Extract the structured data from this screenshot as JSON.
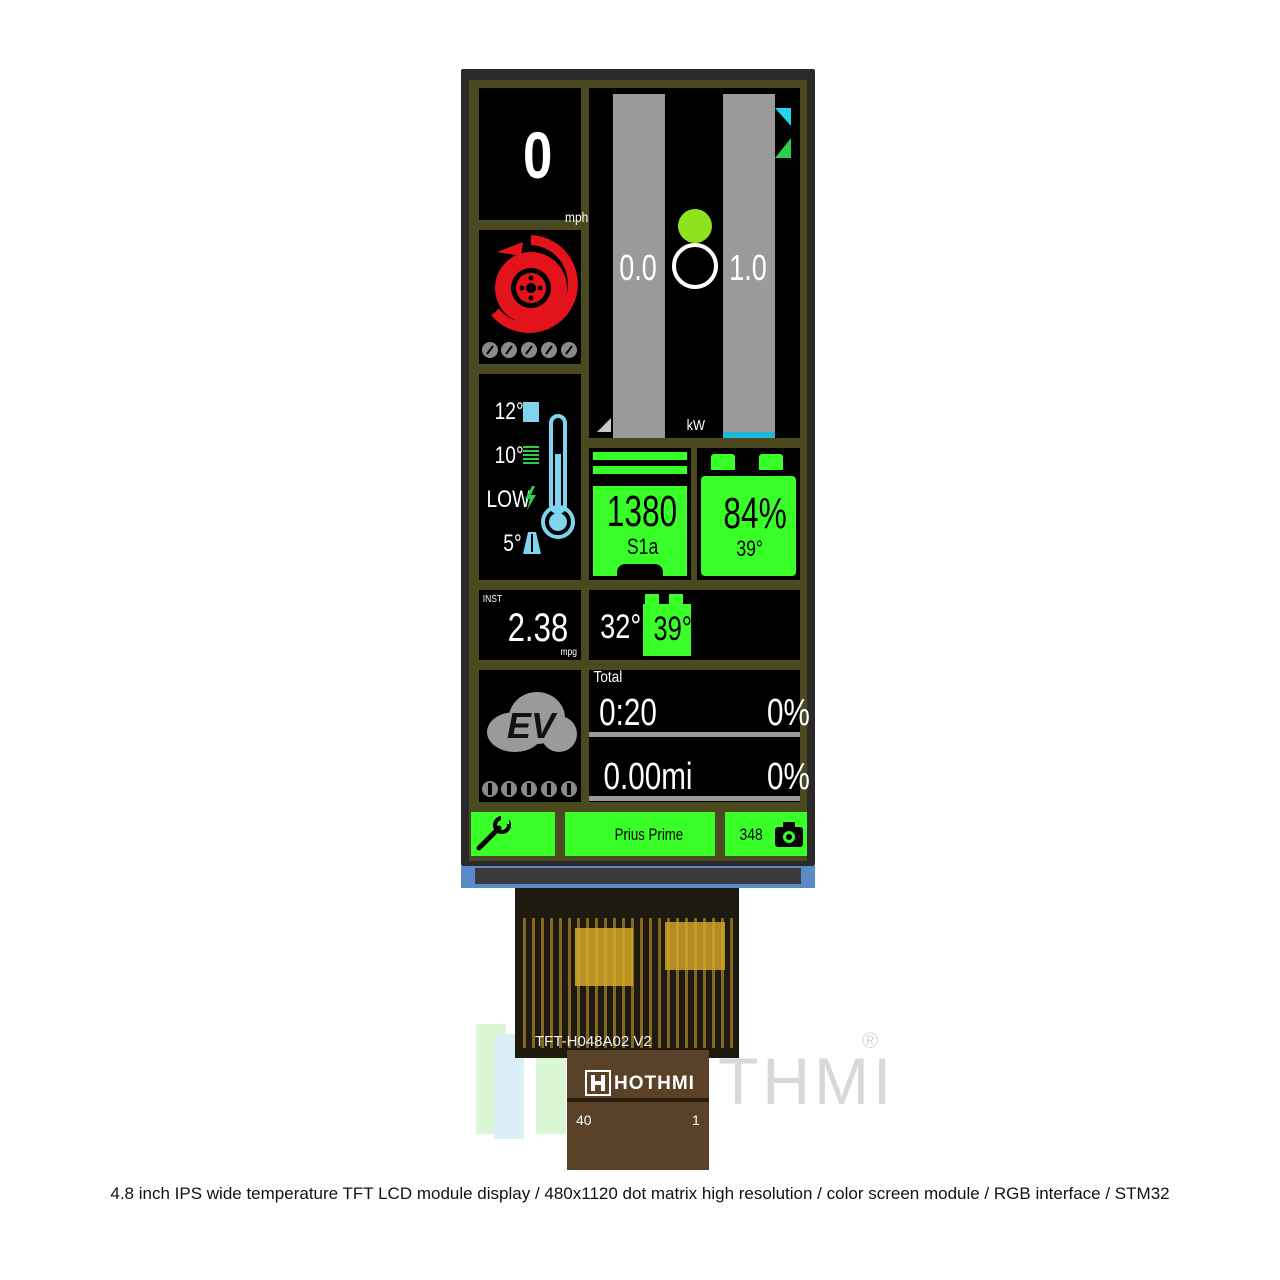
{
  "speed": {
    "value": "0",
    "unit": "mph"
  },
  "power": {
    "left_value": "0.0",
    "right_value": "1.0",
    "unit": "kW"
  },
  "temps": {
    "items": [
      "12°",
      "10°",
      "LOW",
      "5°"
    ]
  },
  "fuel": {
    "value": "1380",
    "sub": "S1a"
  },
  "battery": {
    "value": "84%",
    "sub": "39°"
  },
  "inst": {
    "label": "INST",
    "value": "2.38",
    "unit": "mpg"
  },
  "temp_row": {
    "outside": "32°",
    "battery": "39°"
  },
  "ev_badge": "EV",
  "trip": {
    "label": "Total",
    "time": "0:20",
    "time_pct": "0%",
    "distance": "0.00mi",
    "distance_pct": "0%"
  },
  "bottom_bar": {
    "title": "Prius Prime",
    "count": "348"
  },
  "module": {
    "model": "TFT-H048A02 V2",
    "brand": "HOTHMI",
    "pin_left": "40",
    "pin_right": "1",
    "watermark": "THMI",
    "reg": "®"
  },
  "caption": "4.8 inch IPS wide temperature TFT LCD module display / 480x1120 dot matrix high resolution / color screen module / RGB interface / STM32",
  "colors": {
    "accent_green": "#39ff29",
    "brake_red": "#e3131b",
    "thermo_blue": "#7fd4f0",
    "bar_gray": "#9a9a9a"
  }
}
